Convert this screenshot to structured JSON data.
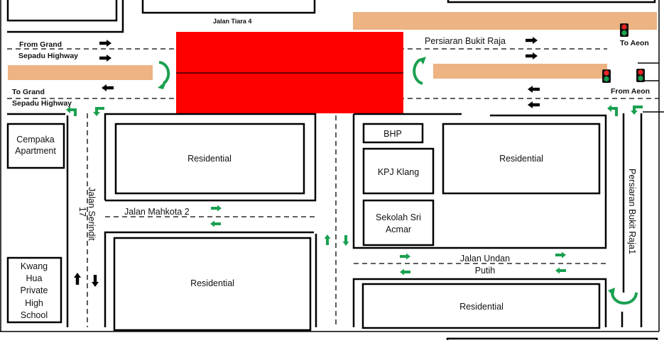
{
  "roads": {
    "jalan_tiara": "Jalan Tiara 4",
    "from_grand_1": "From Grand",
    "from_grand_2": "Sepadu Highway",
    "to_grand_1": "To Grand",
    "to_grand_2": "Sepadu Highway",
    "persiaran": "Persiaran Bukit Raja",
    "to_aeon": "To Aeon",
    "from_aeon": "From Aeon",
    "jalan_mahkota": "Jalan Mahkota 2",
    "jalan_serindit_1": "Jalan Serindit",
    "jalan_serindit_2": "17",
    "jalan_undan_1": "Jalan Undan",
    "jalan_undan_2": "Putih",
    "persiaran_1": "Persiaran Bukit Raja1"
  },
  "buildings": {
    "cempaka_1": "Cempaka",
    "cempaka_2": "Apartment",
    "kwang": [
      "Kwang",
      "Hua",
      "Private",
      "High",
      "School"
    ],
    "residential": "Residential",
    "bhp": "BHP",
    "kpj": "KPJ Klang",
    "sekolah_1": "Sekolah Sri",
    "sekolah_2": "Acmar"
  },
  "colors": {
    "closure": "#FF0000",
    "median": "#EDB382",
    "flow": "#1AA050"
  }
}
